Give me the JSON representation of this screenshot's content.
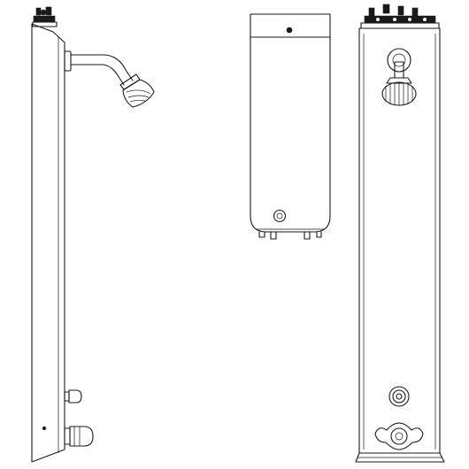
{
  "drawing": {
    "views": [
      "side-view",
      "top-view",
      "front-view"
    ],
    "colors": {
      "line": "#1a1a1a",
      "background": "#ffffff"
    }
  }
}
